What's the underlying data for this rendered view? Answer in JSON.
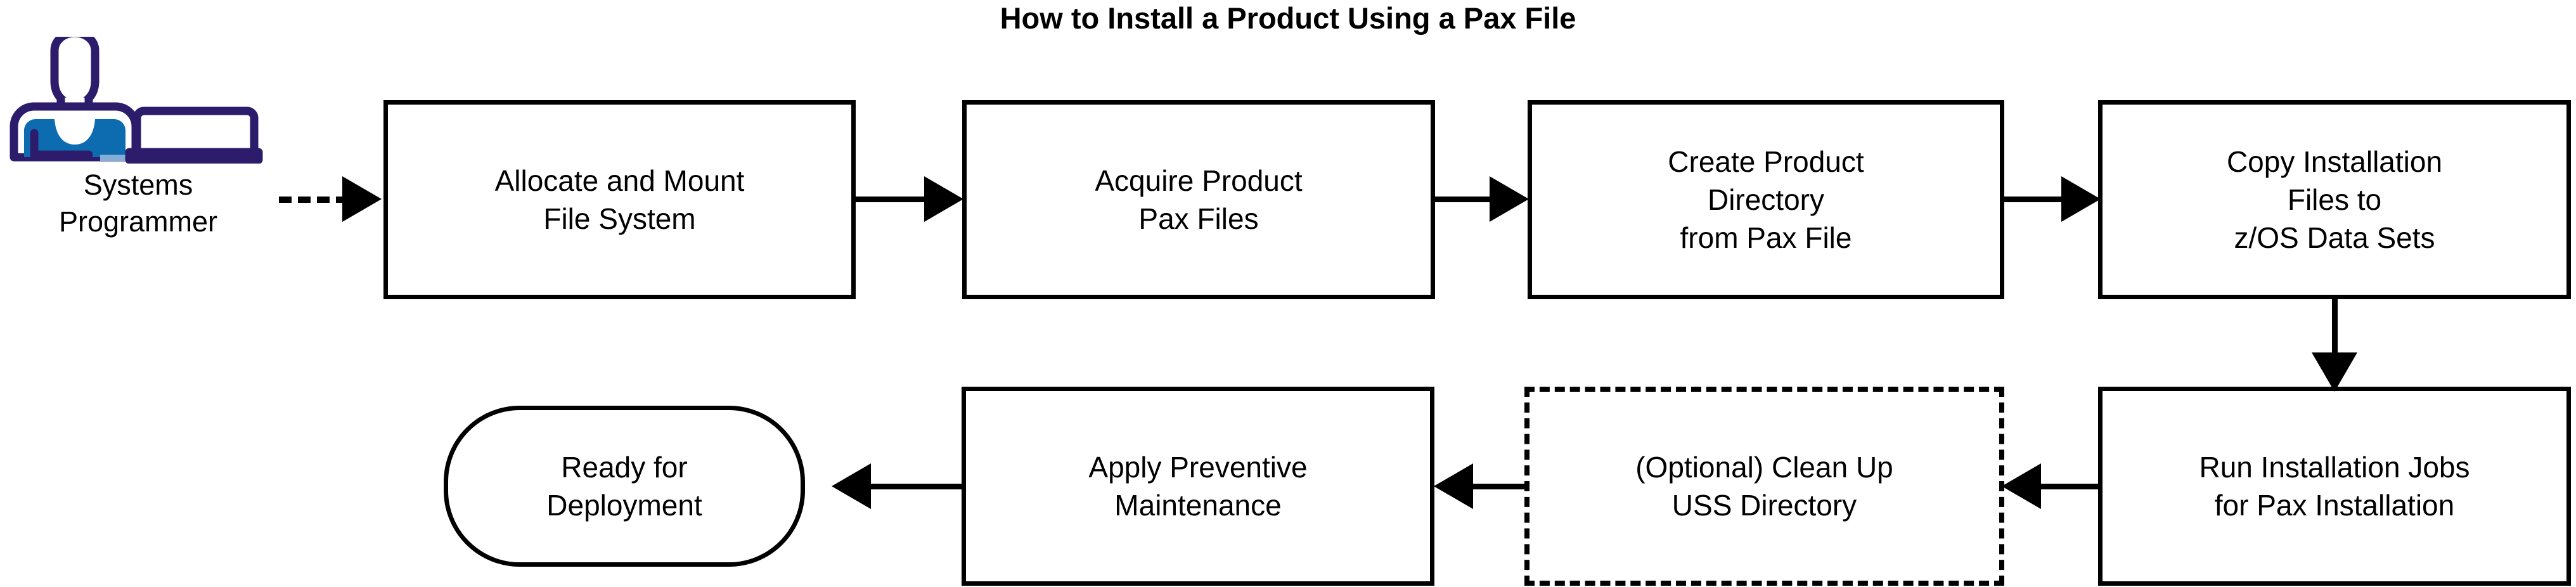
{
  "title": "How to Install a Product Using a Pax File",
  "colors": {
    "stroke": "#000000",
    "background": "#ffffff",
    "actor_outline": "#2d1b6b",
    "actor_shirt": "#0d6cb0",
    "actor_laptop_accent": "#84aed6"
  },
  "actor": {
    "icon": "person-at-laptop-icon",
    "label": "Systems\nProgrammer",
    "label_line1": "Systems",
    "label_line2": "Programmer"
  },
  "nodes": [
    {
      "id": "allocate-mount-file-system",
      "label": "Allocate and Mount\nFile System",
      "shape": "rectangle",
      "border": "solid",
      "row": "top",
      "order": 1
    },
    {
      "id": "acquire-product-pax-files",
      "label": "Acquire Product\nPax Files",
      "shape": "rectangle",
      "border": "solid",
      "row": "top",
      "order": 2
    },
    {
      "id": "create-product-directory",
      "label": "Create Product\nDirectory\nfrom Pax File",
      "shape": "rectangle",
      "border": "solid",
      "row": "top",
      "order": 3
    },
    {
      "id": "copy-installation-files",
      "label": "Copy Installation\nFiles to\nz/OS Data Sets",
      "shape": "rectangle",
      "border": "solid",
      "row": "top",
      "order": 4
    },
    {
      "id": "run-installation-jobs",
      "label": "Run Installation Jobs\nfor Pax Installation",
      "shape": "rectangle",
      "border": "solid",
      "row": "bottom",
      "order": 5
    },
    {
      "id": "optional-clean-up-uss-directory",
      "label": "(Optional) Clean Up\nUSS Directory",
      "shape": "rectangle",
      "border": "dashed",
      "row": "bottom",
      "order": 6
    },
    {
      "id": "apply-preventive-maintenance",
      "label": "Apply Preventive\nMaintenance",
      "shape": "rectangle",
      "border": "solid",
      "row": "bottom",
      "order": 7
    },
    {
      "id": "ready-for-deployment",
      "label": "Ready for\nDeployment",
      "shape": "terminator",
      "border": "solid",
      "row": "bottom",
      "order": 8
    }
  ],
  "edges": [
    {
      "id": "edge-actor-to-allocate",
      "from": "systems-programmer",
      "to": "allocate-mount-file-system",
      "style": "dashed",
      "direction": "right"
    },
    {
      "id": "edge-allocate-to-acquire",
      "from": "allocate-mount-file-system",
      "to": "acquire-product-pax-files",
      "style": "solid",
      "direction": "right"
    },
    {
      "id": "edge-acquire-to-create",
      "from": "acquire-product-pax-files",
      "to": "create-product-directory",
      "style": "solid",
      "direction": "right"
    },
    {
      "id": "edge-create-to-copy",
      "from": "create-product-directory",
      "to": "copy-installation-files",
      "style": "solid",
      "direction": "right"
    },
    {
      "id": "edge-copy-to-run",
      "from": "copy-installation-files",
      "to": "run-installation-jobs",
      "style": "solid",
      "direction": "down"
    },
    {
      "id": "edge-run-to-optional",
      "from": "run-installation-jobs",
      "to": "optional-clean-up-uss-directory",
      "style": "solid",
      "direction": "left"
    },
    {
      "id": "edge-optional-to-apply",
      "from": "optional-clean-up-uss-directory",
      "to": "apply-preventive-maintenance",
      "style": "solid",
      "direction": "left"
    },
    {
      "id": "edge-apply-to-ready",
      "from": "apply-preventive-maintenance",
      "to": "ready-for-deployment",
      "style": "solid",
      "direction": "left"
    }
  ]
}
